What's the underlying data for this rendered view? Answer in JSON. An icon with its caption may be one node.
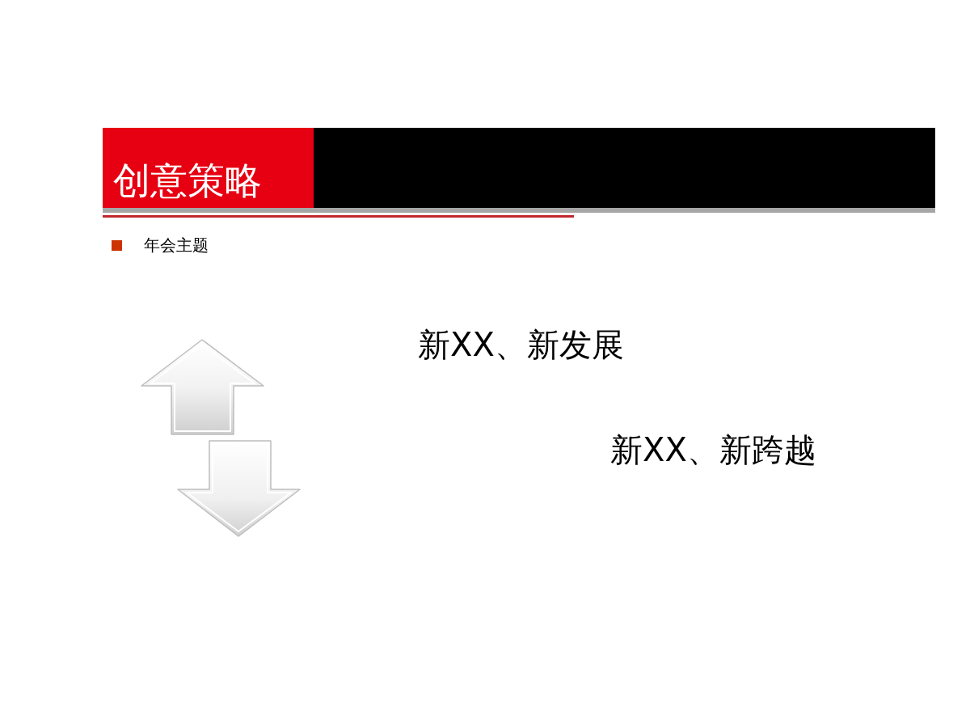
{
  "diagram": {
    "title": "创意策略",
    "labels": [
      "年会主题",
      "新XX、新发展",
      "新XX、新跨越"
    ]
  }
}
